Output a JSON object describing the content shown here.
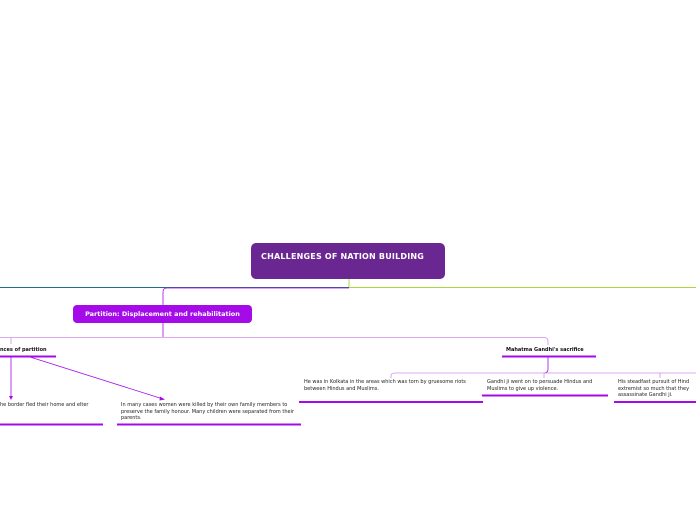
{
  "root": {
    "title": "CHALLENGES OF NATION BUILDING"
  },
  "main_topic": {
    "label": "Partition: Displacement and rehabilitation"
  },
  "subtopics": {
    "consequences": {
      "label": "nces of partition",
      "children": [
        "he border fled their home and elter",
        "In many cases women were killed by their own family members to preserve the family honour. Many children were separated from their parents."
      ]
    },
    "gandhi": {
      "label": "Mahatma Gandhi's sacrifice",
      "children": [
        "He was in Kolkata in the areas which was torn by gruesome riots between Hindus and Muslims.",
        "Gandhi ji went on to persuade Hindus and Muslims to give up violence.",
        "His steadfast pursuit of Hind extremist so much that they assassinate Gandhi ji."
      ]
    }
  },
  "colors": {
    "root_fill": "#6a2792",
    "main_fill": "#a40be8",
    "branch_blue": "#1f6e8c",
    "branch_green": "#a7d93c",
    "branch_purple": "#a40be8",
    "connector_light": "#d48cf0"
  }
}
